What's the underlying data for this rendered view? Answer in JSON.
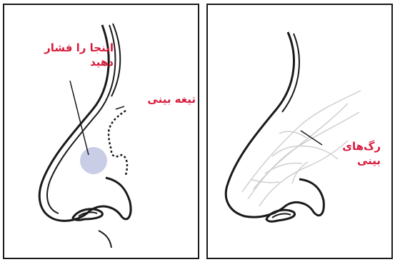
{
  "colors": {
    "label": "#d81b3c",
    "outline": "#1a1a1a",
    "pressure_spot": "#c9cde6",
    "vessels": "#cfcfcf"
  },
  "left_panel": {
    "press_here_line1": "اینجا را فشار",
    "press_here_line2": "دهید",
    "septum_label": "تیغه بینی"
  },
  "right_panel": {
    "vessels_line1": "رگ‌های",
    "vessels_line2": "بینی"
  }
}
